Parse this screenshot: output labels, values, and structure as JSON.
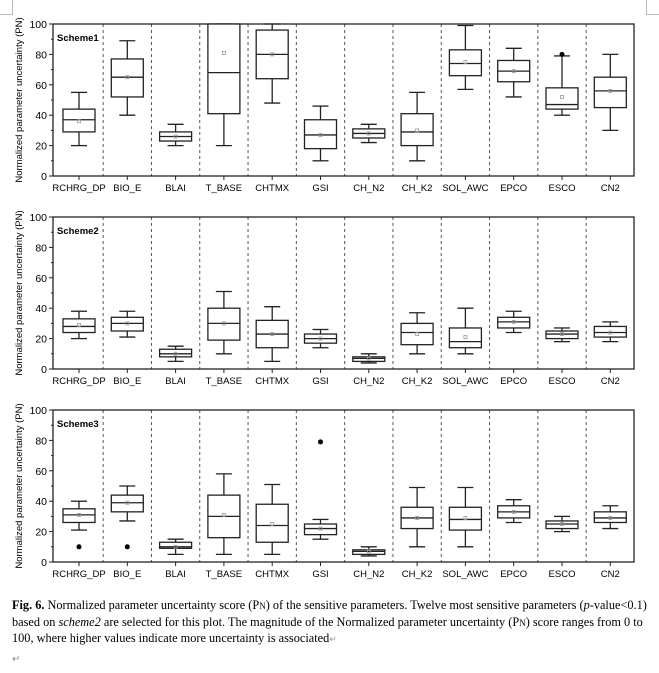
{
  "chart_data": [
    {
      "type": "box",
      "title": "Scheme1",
      "ylabel": "Normalized parameter uncertainty (PN)",
      "ylim": [
        0,
        100
      ],
      "yticks": [
        0,
        20,
        40,
        60,
        80,
        100
      ],
      "categories": [
        "RCHRG_DP",
        "BIO_E",
        "BLAI",
        "T_BASE",
        "CHTMX",
        "GSI",
        "CH_N2",
        "CH_K2",
        "SOL_AWC",
        "EPCO",
        "ESCO",
        "CN2"
      ],
      "boxes": [
        {
          "min": 20,
          "q1": 29,
          "median": 37,
          "q3": 44,
          "max": 55,
          "mean": 36,
          "outliers": []
        },
        {
          "min": 40,
          "q1": 52,
          "median": 65,
          "q3": 77,
          "max": 89,
          "mean": 65,
          "outliers": []
        },
        {
          "min": 20,
          "q1": 23,
          "median": 26,
          "q3": 29,
          "max": 34,
          "mean": 26,
          "outliers": []
        },
        {
          "min": 20,
          "q1": 41,
          "median": 68,
          "q3": 100,
          "max": 100,
          "mean": 81,
          "outliers": []
        },
        {
          "min": 48,
          "q1": 64,
          "median": 80,
          "q3": 96,
          "max": 100,
          "mean": 80,
          "outliers": []
        },
        {
          "min": 10,
          "q1": 18,
          "median": 27,
          "q3": 37,
          "max": 46,
          "mean": 27,
          "outliers": []
        },
        {
          "min": 22,
          "q1": 25,
          "median": 28,
          "q3": 31,
          "max": 34,
          "mean": 28,
          "outliers": []
        },
        {
          "min": 10,
          "q1": 20,
          "median": 29,
          "q3": 41,
          "max": 55,
          "mean": 30,
          "outliers": []
        },
        {
          "min": 57,
          "q1": 66,
          "median": 74,
          "q3": 83,
          "max": 99,
          "mean": 75,
          "outliers": []
        },
        {
          "min": 52,
          "q1": 62,
          "median": 69,
          "q3": 76,
          "max": 84,
          "mean": 69,
          "outliers": []
        },
        {
          "min": 40,
          "q1": 44,
          "median": 47,
          "q3": 58,
          "max": 79,
          "mean": 52,
          "outliers": [
            80
          ]
        },
        {
          "min": 30,
          "q1": 45,
          "median": 56,
          "q3": 65,
          "max": 80,
          "mean": 56,
          "outliers": []
        }
      ]
    },
    {
      "type": "box",
      "title": "Scheme2",
      "ylabel": "Normalized parameter uncertainty (PN)",
      "ylim": [
        0,
        100
      ],
      "yticks": [
        0,
        20,
        40,
        60,
        80,
        100
      ],
      "categories": [
        "RCHRG_DP",
        "BIO_E",
        "BLAI",
        "T_BASE",
        "CHTMX",
        "GSI",
        "CH_N2",
        "CH_K2",
        "SOL_AWC",
        "EPCO",
        "ESCO",
        "CN2"
      ],
      "boxes": [
        {
          "min": 20,
          "q1": 24,
          "median": 28,
          "q3": 33,
          "max": 38,
          "mean": 29,
          "outliers": []
        },
        {
          "min": 21,
          "q1": 25,
          "median": 30,
          "q3": 34,
          "max": 38,
          "mean": 30,
          "outliers": []
        },
        {
          "min": 5,
          "q1": 8,
          "median": 10,
          "q3": 13,
          "max": 15,
          "mean": 10,
          "outliers": []
        },
        {
          "min": 10,
          "q1": 19,
          "median": 30,
          "q3": 40,
          "max": 51,
          "mean": 30,
          "outliers": []
        },
        {
          "min": 5,
          "q1": 14,
          "median": 23,
          "q3": 32,
          "max": 41,
          "mean": 23,
          "outliers": []
        },
        {
          "min": 14,
          "q1": 17,
          "median": 20,
          "q3": 23,
          "max": 26,
          "mean": 20,
          "outliers": []
        },
        {
          "min": 4,
          "q1": 5,
          "median": 7,
          "q3": 8,
          "max": 10,
          "mean": 7,
          "outliers": []
        },
        {
          "min": 10,
          "q1": 16,
          "median": 24,
          "q3": 30,
          "max": 37,
          "mean": 23,
          "outliers": []
        },
        {
          "min": 10,
          "q1": 14,
          "median": 18,
          "q3": 27,
          "max": 40,
          "mean": 21,
          "outliers": []
        },
        {
          "min": 24,
          "q1": 27,
          "median": 31,
          "q3": 34,
          "max": 38,
          "mean": 31,
          "outliers": []
        },
        {
          "min": 18,
          "q1": 20,
          "median": 23,
          "q3": 25,
          "max": 27,
          "mean": 23,
          "outliers": []
        },
        {
          "min": 18,
          "q1": 21,
          "median": 24,
          "q3": 28,
          "max": 31,
          "mean": 24,
          "outliers": []
        }
      ]
    },
    {
      "type": "box",
      "title": "Scheme3",
      "ylabel": "Normalized parameter uncertainty (PN)",
      "ylim": [
        0,
        100
      ],
      "yticks": [
        0,
        20,
        40,
        60,
        80,
        100
      ],
      "categories": [
        "RCHRG_DP",
        "BIO_E",
        "BLAI",
        "T_BASE",
        "CHTMX",
        "GSI",
        "CH_N2",
        "CH_K2",
        "SOL_AWC",
        "EPCO",
        "ESCO",
        "CN2"
      ],
      "boxes": [
        {
          "min": 21,
          "q1": 26,
          "median": 31,
          "q3": 35,
          "max": 40,
          "mean": 31,
          "outliers": [
            10
          ]
        },
        {
          "min": 27,
          "q1": 33,
          "median": 39,
          "q3": 44,
          "max": 50,
          "mean": 39,
          "outliers": [
            10
          ]
        },
        {
          "min": 5,
          "q1": 9,
          "median": 10,
          "q3": 13,
          "max": 15,
          "mean": 10,
          "outliers": []
        },
        {
          "min": 5,
          "q1": 16,
          "median": 30,
          "q3": 44,
          "max": 58,
          "mean": 31,
          "outliers": []
        },
        {
          "min": 5,
          "q1": 13,
          "median": 24,
          "q3": 38,
          "max": 51,
          "mean": 25,
          "outliers": []
        },
        {
          "min": 15,
          "q1": 18,
          "median": 22,
          "q3": 25,
          "max": 28,
          "mean": 22,
          "outliers": [
            79
          ]
        },
        {
          "min": 4,
          "q1": 5,
          "median": 7,
          "q3": 8,
          "max": 10,
          "mean": 7,
          "outliers": []
        },
        {
          "min": 10,
          "q1": 22,
          "median": 29,
          "q3": 36,
          "max": 49,
          "mean": 29,
          "outliers": []
        },
        {
          "min": 10,
          "q1": 21,
          "median": 28,
          "q3": 36,
          "max": 49,
          "mean": 29,
          "outliers": []
        },
        {
          "min": 26,
          "q1": 29,
          "median": 33,
          "q3": 37,
          "max": 41,
          "mean": 33,
          "outliers": []
        },
        {
          "min": 20,
          "q1": 22,
          "median": 25,
          "q3": 27,
          "max": 30,
          "mean": 25,
          "outliers": []
        },
        {
          "min": 22,
          "q1": 26,
          "median": 29,
          "q3": 33,
          "max": 37,
          "mean": 29,
          "outliers": []
        }
      ]
    }
  ],
  "caption": {
    "label": "Fig. 6.",
    "text1": " Normalized parameter uncertainty score (P",
    "sub1": "N",
    "text2": ") of the sensitive parameters. Twelve most sensitive parameters (",
    "pvalue": "p",
    "text3": "-value<0.1) based on ",
    "scheme": "scheme2",
    "text4": " are selected for this plot. The magnitude of the Normalized parameter uncertainty (P",
    "sub2": "N",
    "text5": ") score ranges from 0 to 100, where higher values indicate more uncertainty is associated"
  },
  "colors": {
    "line": "#222222",
    "divider": "#555555",
    "mean": "#999999"
  }
}
